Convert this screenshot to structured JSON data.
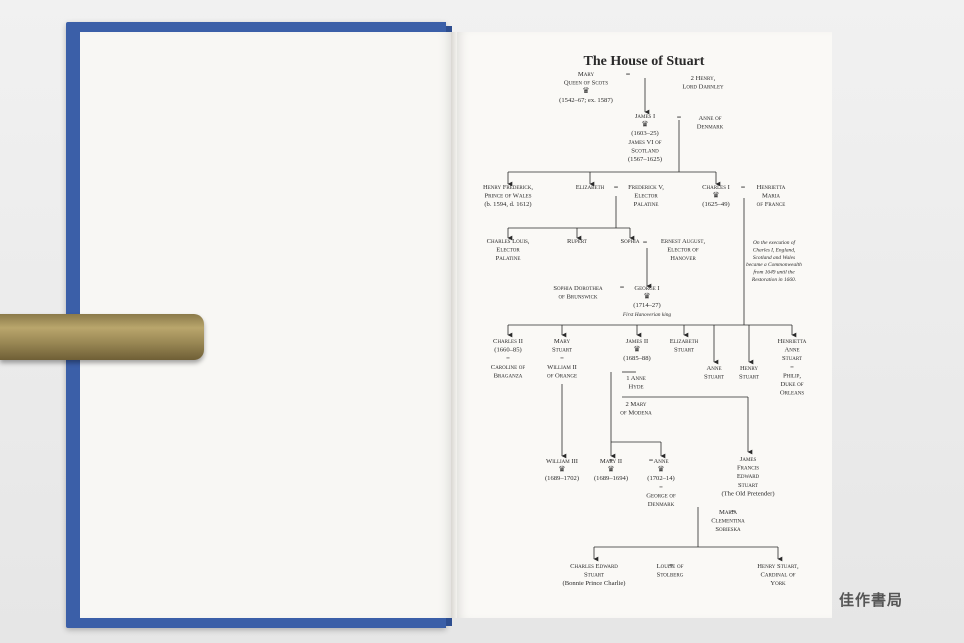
{
  "title": "The House of Stuart",
  "nodes": {
    "mary": [
      "Mary",
      "Queen of Scots",
      "♛",
      "(1542–67; ex. 1587)"
    ],
    "henry_darnley": [
      "2 Henry,",
      "Lord Darnley"
    ],
    "james1": [
      "James I",
      "♛",
      "(1603–25)",
      "James VI of",
      "Scotland",
      "(1567–1625)"
    ],
    "anne_denmark": [
      "Anne of",
      "Denmark"
    ],
    "henry_frederick": [
      "Henry Frederick,",
      "Prince of Wales",
      "(b. 1594, d. 1612)"
    ],
    "elizabeth": [
      "Elizabeth"
    ],
    "frederick_v": [
      "Frederick V,",
      "Elector",
      "Palatine"
    ],
    "charles1": [
      "Charles I",
      "♛",
      "(1625–49)"
    ],
    "henrietta": [
      "Henrietta",
      "Maria",
      "of France"
    ],
    "charles_louis": [
      "Charles Louis,",
      "Elector",
      "Palatine"
    ],
    "rupert": [
      "Rupert"
    ],
    "sophia": [
      "Sophia"
    ],
    "ernest_august": [
      "Ernest August,",
      "Elector of",
      "Hanover"
    ],
    "execution_note": [
      "On the execution of",
      "Charles I, England,",
      "Scotland and Wales",
      "became a Commonwealth",
      "from 1649 until the",
      "Restoration in 1660."
    ],
    "sophia_dorothea": [
      "Sophia Dorothea",
      "of Brunswick"
    ],
    "george1": [
      "George I",
      "♛",
      "(1714–27)",
      "First Hanoverian king"
    ],
    "charles2": [
      "Charles II",
      "(1660–85)",
      "=",
      "Caroline of",
      "Braganza"
    ],
    "mary_stuart": [
      "Mary",
      "Stuart",
      "=",
      "William II",
      "of Orange"
    ],
    "james2": [
      "James II",
      "♛",
      "(1685–88)"
    ],
    "elizabeth_stuart": [
      "Elizabeth",
      "Stuart"
    ],
    "anne_stuart": [
      "Anne",
      "Stuart"
    ],
    "henry_stuart": [
      "Henry",
      "Stuart"
    ],
    "henrietta_anne": [
      "Henrietta",
      "Anne",
      "Stuart",
      "=",
      "Philip,",
      "Duke of",
      "Orleans"
    ],
    "anne_hyde": [
      "1 Anne",
      "Hyde"
    ],
    "mary_modena": [
      "2 Mary",
      "of Modena"
    ],
    "william3": [
      "William III",
      "♛",
      "(1689–1702)"
    ],
    "mary2": [
      "Mary II",
      "♛",
      "(1689–1694)"
    ],
    "anne": [
      "Anne",
      "♛",
      "(1702–14)",
      "=",
      "George of",
      "Denmark"
    ],
    "james_francis": [
      "James",
      "Francis",
      "Edward",
      "Stuart",
      "(The Old Pretender)"
    ],
    "maria_clementina": [
      "Maria",
      "Clementina",
      "Sobieska"
    ],
    "charles_edward": [
      "Charles Edward",
      "Stuart",
      "(Bonnie Prince Charlie)"
    ],
    "louise": [
      "Louise of",
      "Stolberg"
    ],
    "henry_cardinal": [
      "Henry Stuart,",
      "Cardinal of",
      "York"
    ]
  },
  "marriage_sign": "=",
  "watermark": "佳作書局",
  "colors": {
    "cover": "#3b5fa8",
    "page": "#faf9f6",
    "ink": "#2a2a2a"
  }
}
